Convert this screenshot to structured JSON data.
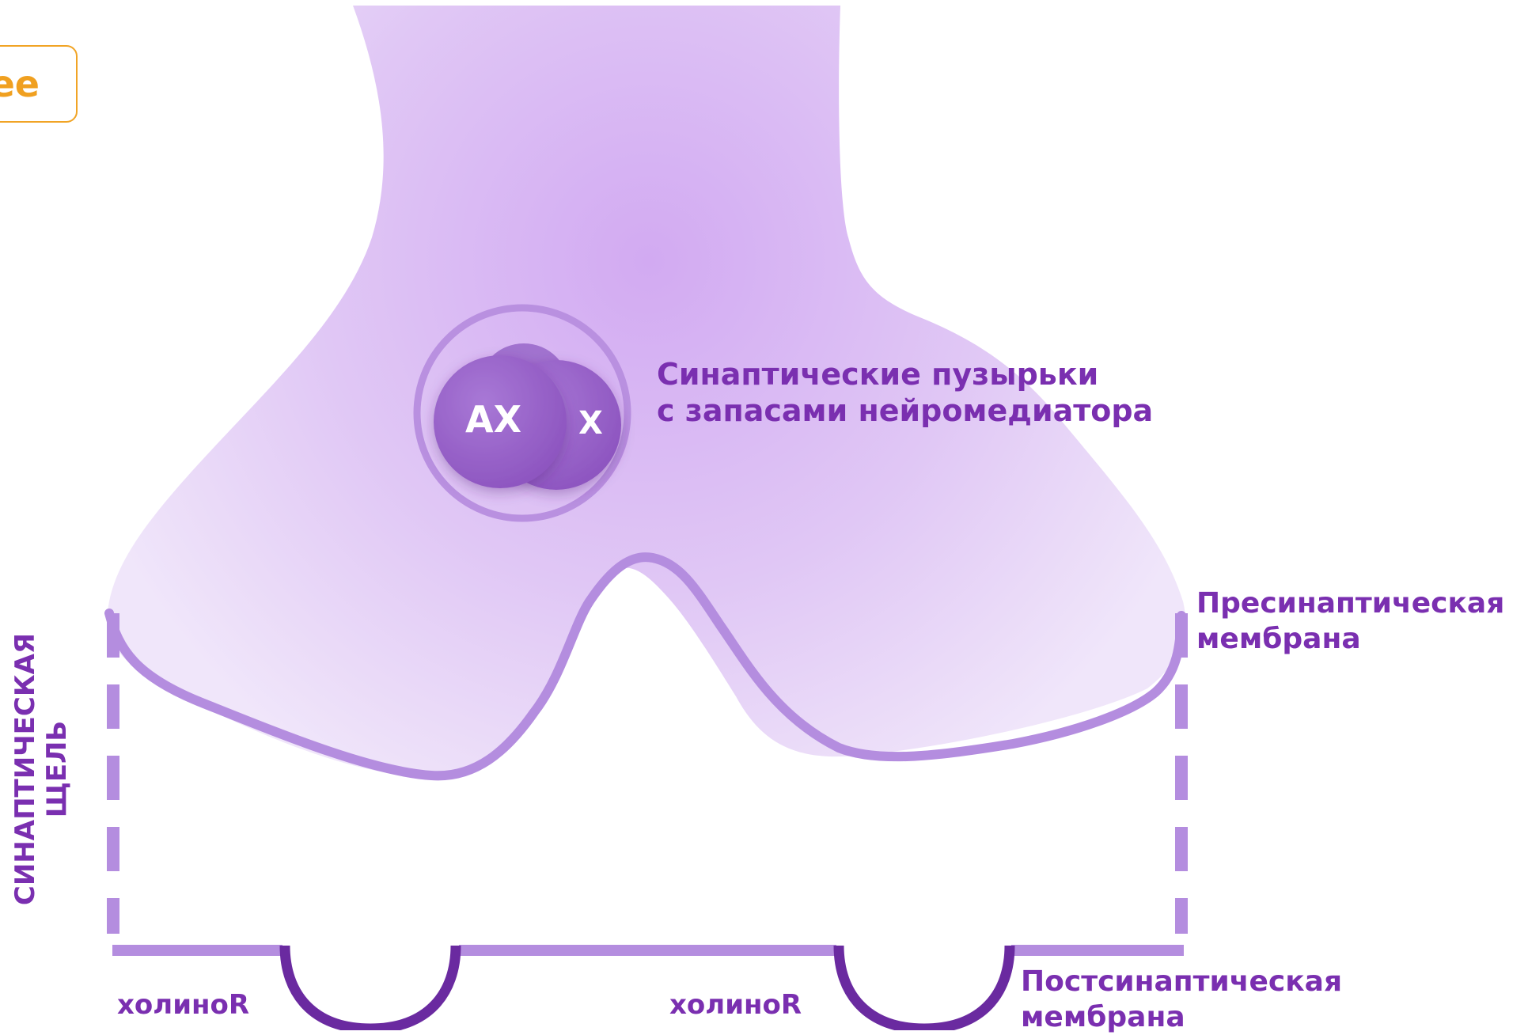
{
  "nav": {
    "next_label": "Далее"
  },
  "labels": {
    "vesicles": [
      "Синаптические пузырьки",
      "с запасами нейромедиатора"
    ],
    "presynaptic": [
      "Пресинаптическая",
      "мембрана"
    ],
    "postsynaptic": [
      "Постсинаптическая",
      "мембрана"
    ],
    "cleft": [
      "СИНАПТИЧЕСКАЯ",
      "ЩЕЛЬ"
    ],
    "receptor_1": "холиноR",
    "receptor_2": "холиноR"
  },
  "vesicles": {
    "back_label": "АХ",
    "front_label": "АХ"
  },
  "colors": {
    "accent_orange": "#f1a425",
    "label_purple": "#7a2fb0",
    "membrane_purple": "#b48ddf",
    "receptor_purple": "#6a2aa0",
    "terminal_fill": "#d7b6f3",
    "vesicle_fill": "#9a62c8"
  }
}
